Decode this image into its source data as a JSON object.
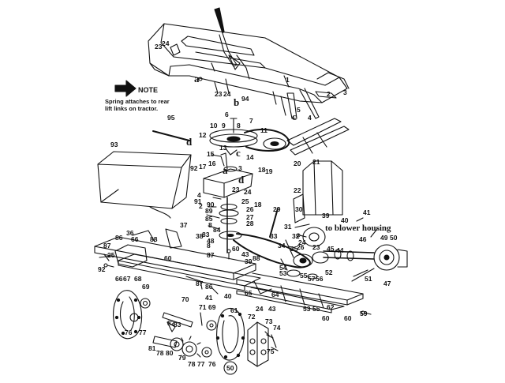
{
  "note": {
    "title": "NOTE",
    "line1": "Spring attaches to rear",
    "line2": "lift links on tractor."
  },
  "callouts": {
    "to_blower_housing": "to blower housing"
  },
  "part_numbers": [
    {
      "id": "p1",
      "text": "23"
    },
    {
      "id": "p2",
      "text": "24"
    },
    {
      "id": "p3",
      "text": "a"
    },
    {
      "id": "p4",
      "text": "23"
    },
    {
      "id": "p5",
      "text": "24"
    },
    {
      "id": "p6",
      "text": "b"
    },
    {
      "id": "p7",
      "text": "94"
    },
    {
      "id": "p8",
      "text": "1"
    },
    {
      "id": "p9",
      "text": "2"
    },
    {
      "id": "p10",
      "text": "3"
    },
    {
      "id": "p11",
      "text": "c"
    },
    {
      "id": "p12",
      "text": "5"
    },
    {
      "id": "p13",
      "text": "4"
    },
    {
      "id": "p14",
      "text": "95"
    },
    {
      "id": "p15",
      "text": "d"
    },
    {
      "id": "p16",
      "text": "6"
    },
    {
      "id": "p17",
      "text": "7"
    },
    {
      "id": "p18",
      "text": "10"
    },
    {
      "id": "p19",
      "text": "9"
    },
    {
      "id": "p20",
      "text": "8"
    },
    {
      "id": "p21",
      "text": "11"
    },
    {
      "id": "p22",
      "text": "12"
    },
    {
      "id": "p23",
      "text": "13"
    },
    {
      "id": "p24",
      "text": "14"
    },
    {
      "id": "p25",
      "text": "93"
    },
    {
      "id": "p26",
      "text": "15"
    },
    {
      "id": "p27",
      "text": "16"
    },
    {
      "id": "p28",
      "text": "92"
    },
    {
      "id": "p29",
      "text": "17"
    },
    {
      "id": "p30",
      "text": "a"
    },
    {
      "id": "p31",
      "text": "18"
    },
    {
      "id": "p32",
      "text": "19"
    },
    {
      "id": "p33",
      "text": "d"
    },
    {
      "id": "p34",
      "text": "20"
    },
    {
      "id": "p35",
      "text": "21"
    },
    {
      "id": "p36",
      "text": "22"
    },
    {
      "id": "p37",
      "text": "c"
    },
    {
      "id": "p38",
      "text": "3"
    },
    {
      "id": "p39",
      "text": "23"
    },
    {
      "id": "p40",
      "text": "24"
    },
    {
      "id": "p41",
      "text": "4"
    },
    {
      "id": "p42",
      "text": "91"
    },
    {
      "id": "p43",
      "text": "2"
    },
    {
      "id": "p44",
      "text": "90"
    },
    {
      "id": "p45",
      "text": "89"
    },
    {
      "id": "p46",
      "text": "85"
    },
    {
      "id": "p47",
      "text": "8"
    },
    {
      "id": "p48",
      "text": "84"
    },
    {
      "id": "p49",
      "text": "83"
    },
    {
      "id": "p50",
      "text": "25"
    },
    {
      "id": "p51",
      "text": "26"
    },
    {
      "id": "p52",
      "text": "27"
    },
    {
      "id": "p53",
      "text": "28"
    },
    {
      "id": "p54",
      "text": "18"
    },
    {
      "id": "p55",
      "text": "29"
    },
    {
      "id": "p56",
      "text": "30"
    },
    {
      "id": "p57",
      "text": "39"
    },
    {
      "id": "p58",
      "text": "40"
    },
    {
      "id": "p59",
      "text": "41"
    },
    {
      "id": "p60",
      "text": "31"
    },
    {
      "id": "p61",
      "text": "32"
    },
    {
      "id": "p62",
      "text": "33"
    },
    {
      "id": "p63",
      "text": "37"
    },
    {
      "id": "p64",
      "text": "38"
    },
    {
      "id": "p65",
      "text": "86"
    },
    {
      "id": "p66",
      "text": "66"
    },
    {
      "id": "p67",
      "text": "87"
    },
    {
      "id": "p68",
      "text": "25"
    },
    {
      "id": "p69",
      "text": "8"
    },
    {
      "id": "p70",
      "text": "48"
    },
    {
      "id": "p71",
      "text": "43"
    },
    {
      "id": "p72",
      "text": "87"
    },
    {
      "id": "p73",
      "text": "60"
    },
    {
      "id": "p74",
      "text": "60"
    },
    {
      "id": "p75",
      "text": "92"
    },
    {
      "id": "p76",
      "text": "36"
    },
    {
      "id": "p77",
      "text": "88"
    },
    {
      "id": "p78",
      "text": "39"
    },
    {
      "id": "p79",
      "text": "88"
    },
    {
      "id": "p80",
      "text": "34"
    },
    {
      "id": "p81",
      "text": "35"
    },
    {
      "id": "p82",
      "text": "26"
    },
    {
      "id": "p83",
      "text": "24"
    },
    {
      "id": "p84",
      "text": "23"
    },
    {
      "id": "p85",
      "text": "45"
    },
    {
      "id": "p86",
      "text": "44"
    },
    {
      "id": "p87",
      "text": "46"
    },
    {
      "id": "p88",
      "text": "49"
    },
    {
      "id": "p89",
      "text": "50"
    },
    {
      "id": "p90",
      "text": "47"
    },
    {
      "id": "p91",
      "text": "51"
    },
    {
      "id": "p92",
      "text": "54"
    },
    {
      "id": "p93",
      "text": "53"
    },
    {
      "id": "p94",
      "text": "55"
    },
    {
      "id": "p95",
      "text": "57"
    },
    {
      "id": "p96",
      "text": "56"
    },
    {
      "id": "p97",
      "text": "52"
    },
    {
      "id": "p98",
      "text": "66"
    },
    {
      "id": "p99",
      "text": "67"
    },
    {
      "id": "p100",
      "text": "68"
    },
    {
      "id": "p101",
      "text": "69"
    },
    {
      "id": "p102",
      "text": "86"
    },
    {
      "id": "p103",
      "text": "87"
    },
    {
      "id": "p104",
      "text": "41"
    },
    {
      "id": "p105",
      "text": "40"
    },
    {
      "id": "p106",
      "text": "65"
    },
    {
      "id": "p107",
      "text": "64"
    },
    {
      "id": "p108",
      "text": "24"
    },
    {
      "id": "p109",
      "text": "43"
    },
    {
      "id": "p110",
      "text": "53"
    },
    {
      "id": "p111",
      "text": "55"
    },
    {
      "id": "p112",
      "text": "62"
    },
    {
      "id": "p113",
      "text": "60"
    },
    {
      "id": "p114",
      "text": "59"
    },
    {
      "id": "p115",
      "text": "60"
    },
    {
      "id": "p116",
      "text": "70"
    },
    {
      "id": "p117",
      "text": "71"
    },
    {
      "id": "p118",
      "text": "69"
    },
    {
      "id": "p119",
      "text": "61"
    },
    {
      "id": "p120",
      "text": "72"
    },
    {
      "id": "p121",
      "text": "73"
    },
    {
      "id": "p122",
      "text": "74"
    },
    {
      "id": "p123",
      "text": "75"
    },
    {
      "id": "p124",
      "text": "76"
    },
    {
      "id": "p125",
      "text": "77"
    },
    {
      "id": "p126",
      "text": "82"
    },
    {
      "id": "p127",
      "text": "83"
    },
    {
      "id": "p128",
      "text": "81"
    },
    {
      "id": "p129",
      "text": "78"
    },
    {
      "id": "p130",
      "text": "80"
    },
    {
      "id": "p131",
      "text": "79"
    },
    {
      "id": "p132",
      "text": "78"
    },
    {
      "id": "p133",
      "text": "77"
    },
    {
      "id": "p134",
      "text": "76"
    },
    {
      "id": "p135",
      "text": "50"
    }
  ]
}
